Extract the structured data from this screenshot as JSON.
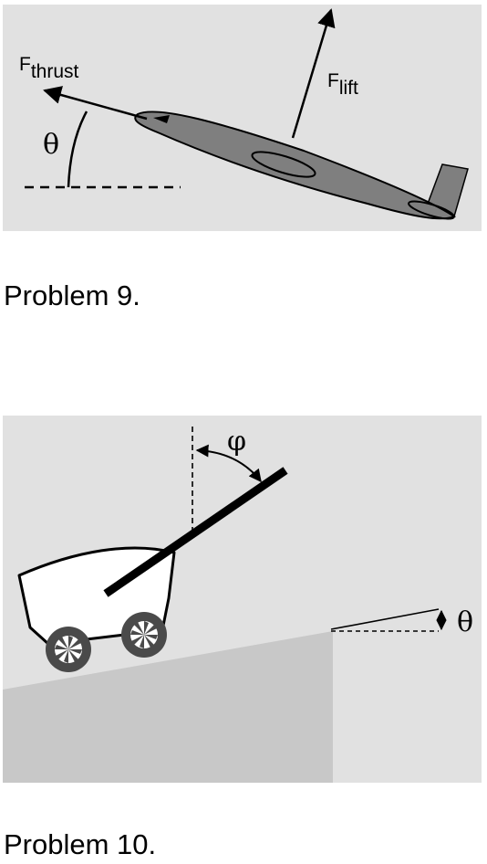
{
  "problem9": {
    "caption": "Problem 9.",
    "labels": {
      "thrust_main": "F",
      "thrust_sub": "thrust",
      "lift_main": "F",
      "lift_sub": "lift",
      "angle": "θ"
    }
  },
  "problem10": {
    "caption": "Problem 10.",
    "labels": {
      "phi": "φ",
      "theta": "θ"
    }
  },
  "colors": {
    "panel_bg": "#e1e1e1",
    "plane_fill": "#7f7f7f",
    "slope_fill": "#c8c8c8",
    "wheel_fill": "#4a4a4a"
  }
}
